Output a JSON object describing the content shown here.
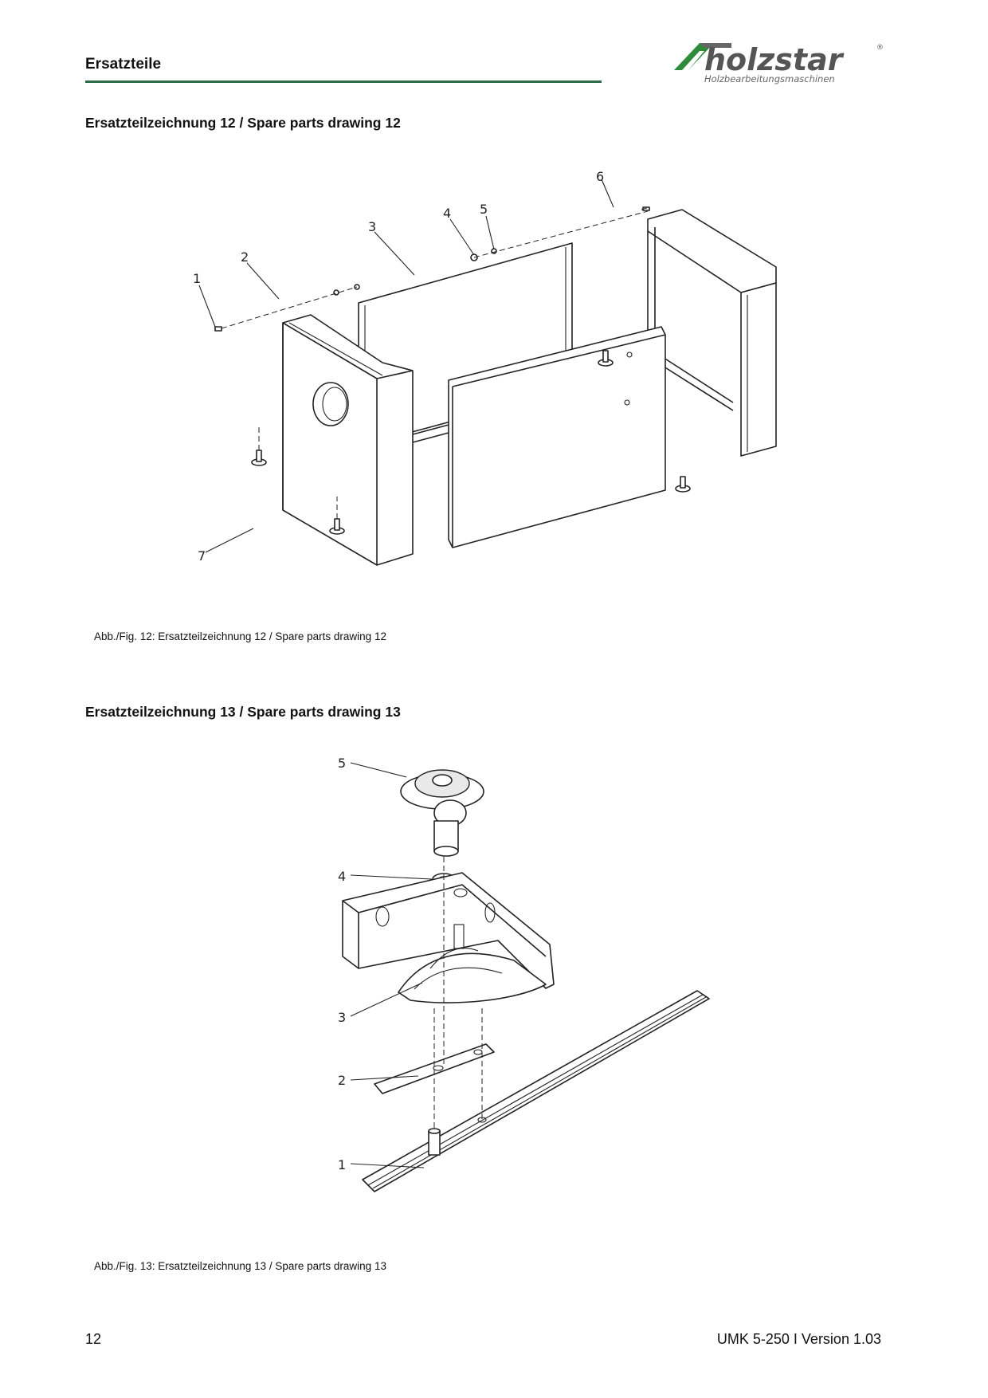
{
  "header": {
    "title": "Ersatzteile"
  },
  "logo": {
    "brand": "holzstar",
    "tagline": "Holzbearbeitungsmaschinen",
    "registered": "®"
  },
  "colors": {
    "rule": "#2e6b4a",
    "logo_green": "#2e8b3a",
    "logo_gray": "#666666"
  },
  "drawings": [
    {
      "heading": "Ersatzteilzeichnung 12 / Spare parts drawing 12",
      "caption": "Abb./Fig. 12: Ersatzteilzeichnung 12 / Spare parts drawing 12",
      "callouts": [
        "1",
        "2",
        "3",
        "4",
        "5",
        "6",
        "7"
      ]
    },
    {
      "heading": "Ersatzteilzeichnung 13 / Spare parts drawing 13",
      "caption": "Abb./Fig. 13: Ersatzteilzeichnung 13 / Spare parts drawing 13",
      "callouts": [
        "1",
        "2",
        "3",
        "4",
        "5"
      ]
    }
  ],
  "footer": {
    "page": "12",
    "doc": "UMK 5-250 I Version 1.03"
  }
}
